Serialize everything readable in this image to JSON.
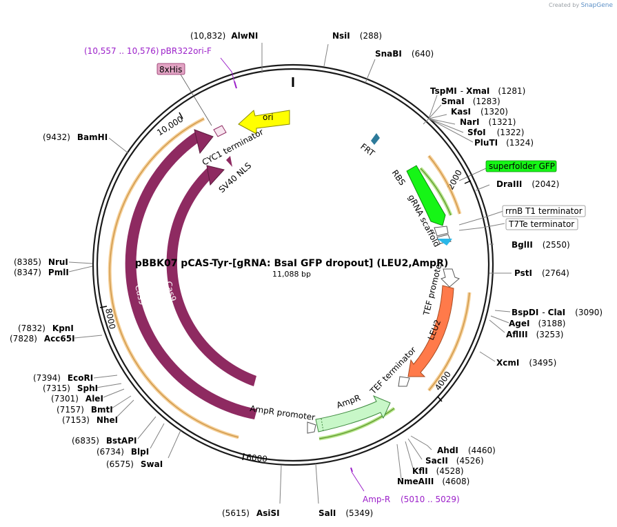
{
  "app": {
    "credit_prefix": "Created by",
    "brand": "SnapGene"
  },
  "plasmid": {
    "name": "pBBK07 pCAS-Tyr-[gRNA: BsaI GFP dropout] (LEU2,AmpR)",
    "length_label": "11,088 bp",
    "length": 11088,
    "tick_labels": [
      "2000",
      "4000",
      "6000",
      "8000",
      "10,000"
    ]
  },
  "enzymes": {
    "AlwNI": {
      "name": "AlwNI",
      "pos": "(10,832)"
    },
    "NsiI": {
      "name": "NsiI",
      "pos": "(288)"
    },
    "SnaBI": {
      "name": "SnaBI",
      "pos": "(640)"
    },
    "TspMI": {
      "name": "TspMI",
      "pos": ""
    },
    "XmaI": {
      "name": "XmaI",
      "pos": "(1281)"
    },
    "SmaI": {
      "name": "SmaI",
      "pos": "(1283)"
    },
    "KasI": {
      "name": "KasI",
      "pos": "(1320)"
    },
    "NarI": {
      "name": "NarI",
      "pos": "(1321)"
    },
    "SfoI": {
      "name": "SfoI",
      "pos": "(1322)"
    },
    "PluTI": {
      "name": "PluTI",
      "pos": "(1324)"
    },
    "DraIII": {
      "name": "DraIII",
      "pos": "(2042)"
    },
    "BglII": {
      "name": "BglII",
      "pos": "(2550)"
    },
    "PstI": {
      "name": "PstI",
      "pos": "(2764)"
    },
    "BspDI": {
      "name": "BspDI",
      "pos": ""
    },
    "ClaI": {
      "name": "ClaI",
      "pos": "(3090)"
    },
    "AgeI": {
      "name": "AgeI",
      "pos": "(3188)"
    },
    "AflIII": {
      "name": "AflIII",
      "pos": "(3253)"
    },
    "XcmI": {
      "name": "XcmI",
      "pos": "(3495)"
    },
    "AhdI": {
      "name": "AhdI",
      "pos": "(4460)"
    },
    "SacII": {
      "name": "SacII",
      "pos": "(4526)"
    },
    "KflI": {
      "name": "KflI",
      "pos": "(4528)"
    },
    "NmeAIII": {
      "name": "NmeAIII",
      "pos": "(4608)"
    },
    "SalI": {
      "name": "SalI",
      "pos": "(5349)"
    },
    "AsiSI": {
      "name": "AsiSI",
      "pos": "(5615)"
    },
    "SwaI": {
      "name": "SwaI",
      "pos": "(6575)"
    },
    "BlpI": {
      "name": "BlpI",
      "pos": "(6734)"
    },
    "BstAPI": {
      "name": "BstAPI",
      "pos": "(6835)"
    },
    "NheI": {
      "name": "NheI",
      "pos": "(7153)"
    },
    "BmtI": {
      "name": "BmtI",
      "pos": "(7157)"
    },
    "AleI": {
      "name": "AleI",
      "pos": "(7301)"
    },
    "SphI": {
      "name": "SphI",
      "pos": "(7315)"
    },
    "EcoRI": {
      "name": "EcoRI",
      "pos": "(7394)"
    },
    "Acc65I": {
      "name": "Acc65I",
      "pos": "(7828)"
    },
    "KpnI": {
      "name": "KpnI",
      "pos": "(7832)"
    },
    "PmlI": {
      "name": "PmlI",
      "pos": "(8347)"
    },
    "NruI": {
      "name": "NruI",
      "pos": "(8385)"
    },
    "BamHI": {
      "name": "BamHI",
      "pos": "(9432)"
    }
  },
  "primers": {
    "pBR322ori_F": {
      "name": "pBR322ori-F",
      "range": "(10,557 .. 10,576)"
    },
    "Amp_R": {
      "name": "Amp-R",
      "range": "(5010 .. 5029)"
    }
  },
  "features": {
    "ori": "ori",
    "CYC1_terminator": "CYC1 terminator",
    "SV40_NLS": "SV40 NLS",
    "His_tag": "8xHis",
    "FRT": "FRT",
    "RBS": "RBS",
    "gRNA_scaffold": "gRNA scaffold",
    "superfolder_GFP": "superfolder GFP",
    "rrnB_T1": "rrnB T1 terminator",
    "T7Te": "T7Te terminator",
    "TEF_promoter": "TEF promoter",
    "LEU2": "LEU2",
    "TEF_terminator": "TEF terminator",
    "AmpR": "AmpR",
    "AmpR_promoter": "AmpR promoter",
    "Cas9_a": "Cas9",
    "Cas9_b": "Cas9"
  },
  "colors": {
    "backbone": "#1a1a1a",
    "ori": "#ffff00",
    "cas9": "#8e2a61",
    "gfp": "#16f516",
    "leu2": "#ff7a4a",
    "ampr": "#c8f7c8",
    "frt": "#2d7a9a",
    "his": "#e2a4c4",
    "primer": "#9b1fc9",
    "orf_line": "#f2b54a"
  }
}
